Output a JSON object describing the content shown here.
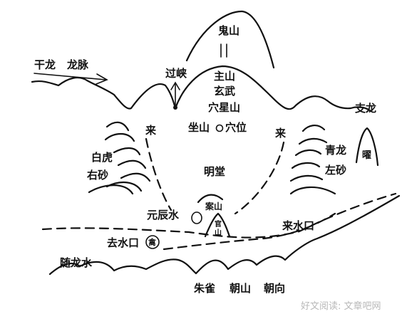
{
  "labels": {
    "gui_shan": "鬼山",
    "gan_long": "干龙",
    "long_mai": "龙脉",
    "guo_xia": "过峡",
    "zhu_shan": "主山",
    "xuan_wu": "玄武",
    "xue_xing_shan": "穴星山",
    "zhi_long": "支龙",
    "zuo_shan": "坐山",
    "xue_wei": "穴位",
    "lai_left": "来",
    "lai_right": "来",
    "bai_hu": "白虎",
    "you_sha": "右砂",
    "qing_long": "青龙",
    "zuo_sha": "左砂",
    "yao": "曜",
    "ming_tang": "明堂",
    "an_shan": "案山",
    "guan_shan": "官山",
    "yuan_chen_shui": "元辰水",
    "lai_shui_kou": "来水口",
    "qu_shui_kou": "去水口",
    "qin": "禽",
    "sui_long_shui": "随龙水",
    "zhu_que": "朱雀",
    "chao_shan": "朝山",
    "chao_xiang": "朝向"
  },
  "watermark": "好文阅读: 文章吧网"
}
